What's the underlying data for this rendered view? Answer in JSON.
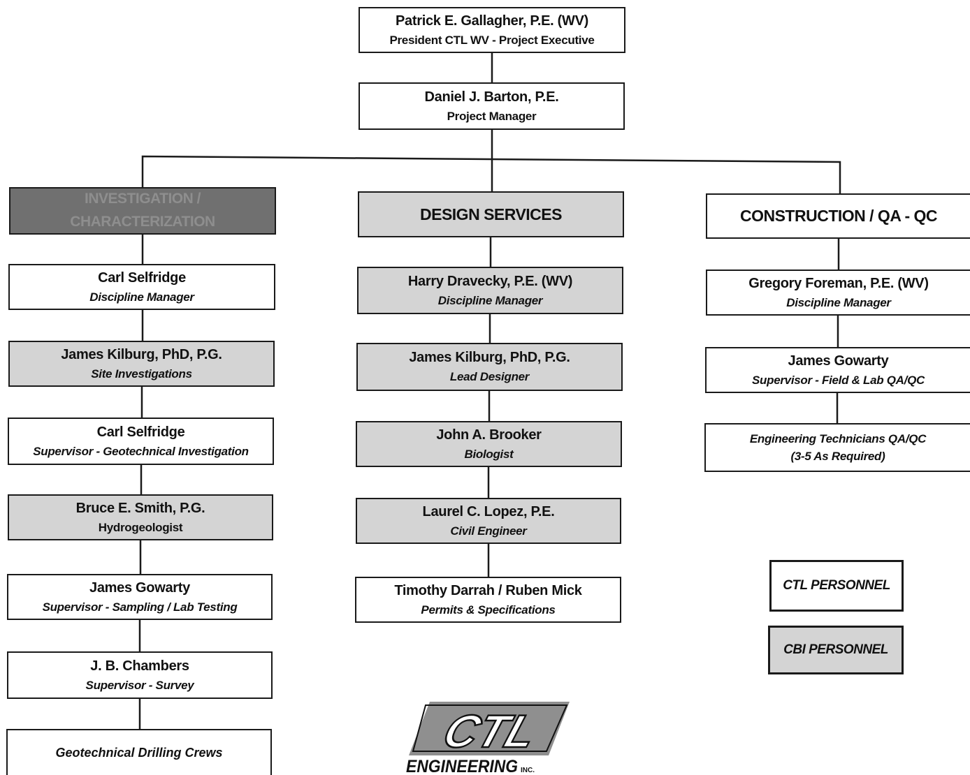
{
  "executive": {
    "name": "Patrick E. Gallagher, P.E. (WV)",
    "role": "President CTL WV -  Project Executive"
  },
  "manager": {
    "name": "Daniel J. Barton, P.E.",
    "role": "Project Manager"
  },
  "investigation": {
    "title_line1": "INVESTIGATION /",
    "title_line2": "CHARACTERIZATION",
    "staff": [
      {
        "name": "Carl Selfridge",
        "role": "Discipline Manager"
      },
      {
        "name": "James Kilburg, PhD, P.G.",
        "role": "Site Investigations"
      },
      {
        "name": "Carl Selfridge",
        "role": "Supervisor - Geotechnical Investigation"
      },
      {
        "name": "Bruce E. Smith, P.G.",
        "role": "Hydrogeologist"
      },
      {
        "name": "James Gowarty",
        "role": "Supervisor  - Sampling / Lab Testing"
      },
      {
        "name": "J. B. Chambers",
        "role": "Supervisor  - Survey"
      }
    ],
    "crews": "Geotechnical Drilling Crews"
  },
  "design": {
    "title": "DESIGN SERVICES",
    "staff": [
      {
        "name": "Harry Dravecky, P.E. (WV)",
        "role": "Discipline Manager"
      },
      {
        "name": "James Kilburg, PhD, P.G.",
        "role": "Lead Designer"
      },
      {
        "name": "John A. Brooker",
        "role": "Biologist"
      },
      {
        "name": "Laurel C. Lopez, P.E.",
        "role": "Civil Engineer"
      },
      {
        "name": "Timothy Darrah / Ruben Mick",
        "role": "Permits & Specifications"
      }
    ]
  },
  "construction": {
    "title": "CONSTRUCTION / QA - QC",
    "staff": [
      {
        "name": "Gregory Foreman, P.E. (WV)",
        "role": "Discipline Manager"
      },
      {
        "name": "James Gowarty",
        "role": "Supervisor  - Field & Lab QA/QC"
      }
    ],
    "technicians_line1": "Engineering Technicians QA/QC",
    "technicians_line2": "(3-5  As Required)"
  },
  "legend": {
    "ctl": "CTL PERSONNEL",
    "cbi": "CBI PERSONNEL"
  },
  "logo": {
    "mark": "CTL",
    "subtitle": "ENGINEERING",
    "suffix": "INC."
  },
  "colors": {
    "cbi_fill": "#d4d4d4",
    "ctl_fill": "#ffffff",
    "header_dark": "#707070",
    "border": "#1a1a1a"
  }
}
